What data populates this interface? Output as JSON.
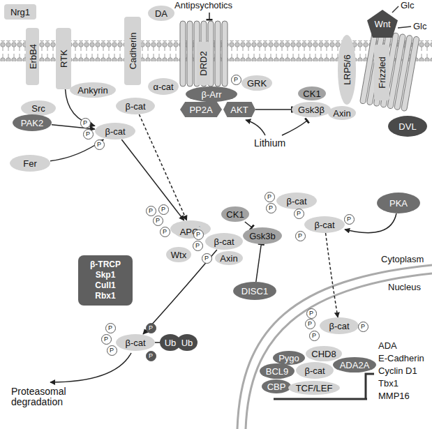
{
  "diagram": {
    "nodes": [
      {
        "text": [
          "Nrg1"
        ]
      },
      {
        "text": [
          "ErbB4"
        ]
      },
      {
        "text": [
          "RTK"
        ]
      },
      {
        "text": [
          "Cadherin"
        ]
      },
      {
        "text": [
          "Ankyrin"
        ]
      },
      {
        "text": [
          "α-cat"
        ]
      },
      {
        "text": [
          "β-cat"
        ]
      },
      {
        "text": [
          "DA"
        ]
      },
      {
        "text": [
          "DRD2"
        ]
      },
      {
        "text": [
          "β-Arr"
        ]
      },
      {
        "text": [
          "PP2A"
        ]
      },
      {
        "text": [
          "AKT"
        ]
      },
      {
        "text": [
          "GRK"
        ]
      },
      {
        "text": [
          "CK1"
        ]
      },
      {
        "text": [
          "Axin"
        ]
      },
      {
        "text": [
          "Gsk3β"
        ]
      },
      {
        "text": [
          "Wnt"
        ]
      },
      {
        "text": [
          "LRP5/6"
        ]
      },
      {
        "text": [
          "Frizzled"
        ]
      },
      {
        "text": [
          "DVL"
        ]
      },
      {
        "text": [
          "Src"
        ]
      },
      {
        "text": [
          "PAK2"
        ]
      },
      {
        "text": [
          "Fer"
        ]
      },
      {
        "text": [
          "β-cat"
        ]
      },
      {
        "text": [
          "β-cat"
        ]
      },
      {
        "text": [
          "β-cat"
        ]
      },
      {
        "text": [
          "PKA"
        ]
      },
      {
        "text": [
          "β-cat"
        ]
      },
      {
        "text": [
          "CK1"
        ]
      },
      {
        "text": [
          "APC"
        ]
      },
      {
        "text": [
          "β-cat"
        ]
      },
      {
        "text": [
          "Gsk3b"
        ]
      },
      {
        "text": [
          "Wtx"
        ]
      },
      {
        "text": [
          "Axin"
        ]
      },
      {
        "text": [
          "DISC1"
        ]
      },
      {
        "text": [
          "β-TRCP",
          "Skp1",
          "Cull1",
          "Rbx1"
        ]
      },
      {
        "text": [
          "β-cat"
        ]
      },
      {
        "text": [
          "Ub"
        ]
      },
      {
        "text": [
          "Ub"
        ]
      },
      {
        "text": [
          "β-cat"
        ]
      },
      {
        "text": [
          "Pygo"
        ]
      },
      {
        "text": [
          "CHD8"
        ]
      },
      {
        "text": [
          "BCL9"
        ]
      },
      {
        "text": [
          "β-cat"
        ]
      },
      {
        "text": [
          "ADA2A"
        ]
      },
      {
        "text": [
          "CBP"
        ]
      },
      {
        "text": [
          "TCF/LEF"
        ]
      }
    ],
    "edges": [
      {
        "from": 2,
        "to": 23,
        "arrow": "to"
      },
      {
        "from": 21,
        "to": 23,
        "arrow": "to"
      },
      {
        "from": 22,
        "to": 23,
        "arrow": "to"
      },
      {
        "from": 23,
        "to": 24,
        "arrow": "to"
      },
      {
        "from": 6,
        "to": 24,
        "arrow": "to"
      },
      {
        "from": 11,
        "to": 15,
        "arrow": "to"
      },
      {
        "from": 28,
        "to": 31,
        "arrow": "to"
      },
      {
        "from": 34,
        "to": 31,
        "arrow": "to"
      },
      {
        "from": 30,
        "to": 36,
        "arrow": "to"
      },
      {
        "from": 26,
        "to": 27,
        "arrow": "to"
      },
      {
        "from": 27,
        "to": 39,
        "arrow": "to"
      },
      {
        "from": 36,
        "to": 37,
        "arrow": "none"
      }
    ],
    "labels": [
      "Antipsychotics",
      "Glc",
      "Glc",
      "Lithium",
      "Proteasomal degradation",
      "Cytoplasm",
      "Nucleus",
      "ADA",
      "E-Cadherin",
      "Cyclin D1",
      "Tbx1",
      "MMP16",
      "P",
      "P",
      "P",
      "P",
      "P",
      "P",
      "P",
      "P",
      "P",
      "P",
      "P",
      "P",
      "P",
      "P",
      "P",
      "P",
      "P",
      "P",
      "P",
      "P",
      "P",
      "P",
      "P",
      "P",
      "P"
    ]
  }
}
